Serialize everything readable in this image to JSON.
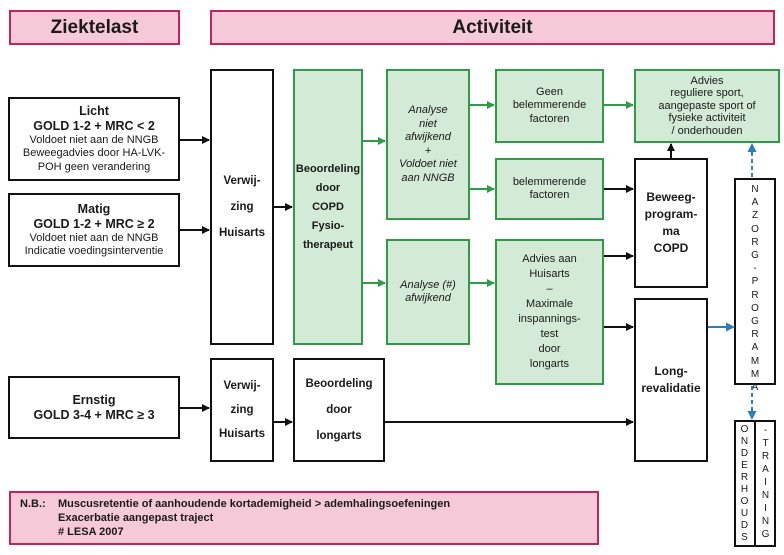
{
  "headers": {
    "left": "Ziektelast",
    "right": "Activiteit"
  },
  "severity": {
    "licht": [
      "Licht",
      "GOLD 1-2 + MRC < 2",
      "Voldoet niet aan de NNGB",
      "Beweegadvies door HA-LVK-",
      "POH geen verandering"
    ],
    "matig": [
      "Matig",
      "GOLD 1-2 + MRC ≥ 2",
      "Voldoet niet aan de NNGB",
      "Indicatie voedingsinterventie"
    ],
    "ernstig": [
      "Ernstig",
      "GOLD 3-4 + MRC ≥ 3"
    ]
  },
  "verwijzing_top": [
    "Verwij-",
    "zing",
    "Huisarts"
  ],
  "verwijzing_bottom": [
    "Verwij-",
    "zing",
    "Huisarts"
  ],
  "beoordeling_fysio": [
    "Beoordeling",
    "door",
    "COPD",
    "Fysio-",
    "therapeut"
  ],
  "analyse_top": [
    "Analyse",
    "niet",
    "afwijkend",
    "+",
    "Voldoet niet",
    "aan NNGB"
  ],
  "analyse_bottom": [
    "Analyse (#)",
    "afwijkend"
  ],
  "geen_belemmerende": [
    "Geen",
    "belemmerende",
    "factoren"
  ],
  "belemmerende": [
    "belemmerende",
    "factoren"
  ],
  "advies_huisarts": [
    "Advies aan",
    "Huisarts",
    "–",
    "Maximale",
    "inspannings-",
    "test",
    "door",
    "longarts"
  ],
  "advies_sport": [
    "Advies",
    "reguliere sport,",
    "aangepaste sport of",
    "fysieke activiteit",
    "/ onderhouden"
  ],
  "beweegprogramma": [
    "Beweeg-",
    "program-",
    "ma",
    "COPD"
  ],
  "longrevalidatie": [
    "Long-",
    "revalidatie"
  ],
  "beoordeling_longarts": [
    "Beoordeling",
    "door",
    "longarts"
  ],
  "nazorg_letters": [
    "N",
    "A",
    "Z",
    "O",
    "R",
    "G",
    "-",
    "P",
    "R",
    "O",
    "G",
    "R",
    "A",
    "M",
    "M",
    "A"
  ],
  "onderhouds_letters": [
    "O",
    "N",
    "D",
    "E",
    "R",
    "H",
    "O",
    "U",
    "D",
    "S"
  ],
  "training_letters": [
    "-",
    "T",
    "R",
    "A",
    "I",
    "N",
    "I",
    "N",
    "G"
  ],
  "note": {
    "label": "N.B.:",
    "lines": [
      "Muscusretentie of aanhoudende kortademigheid > ademhalingsoefeningen",
      "Exacerbatie aangepast traject",
      "# LESA 2007"
    ]
  },
  "colors": {
    "pink_fill": "#f6c9d8",
    "pink_border": "#c2245f",
    "green_fill": "#d3ead6",
    "green_border": "#2f9a47",
    "blue_arrow": "#2a7fc1"
  }
}
